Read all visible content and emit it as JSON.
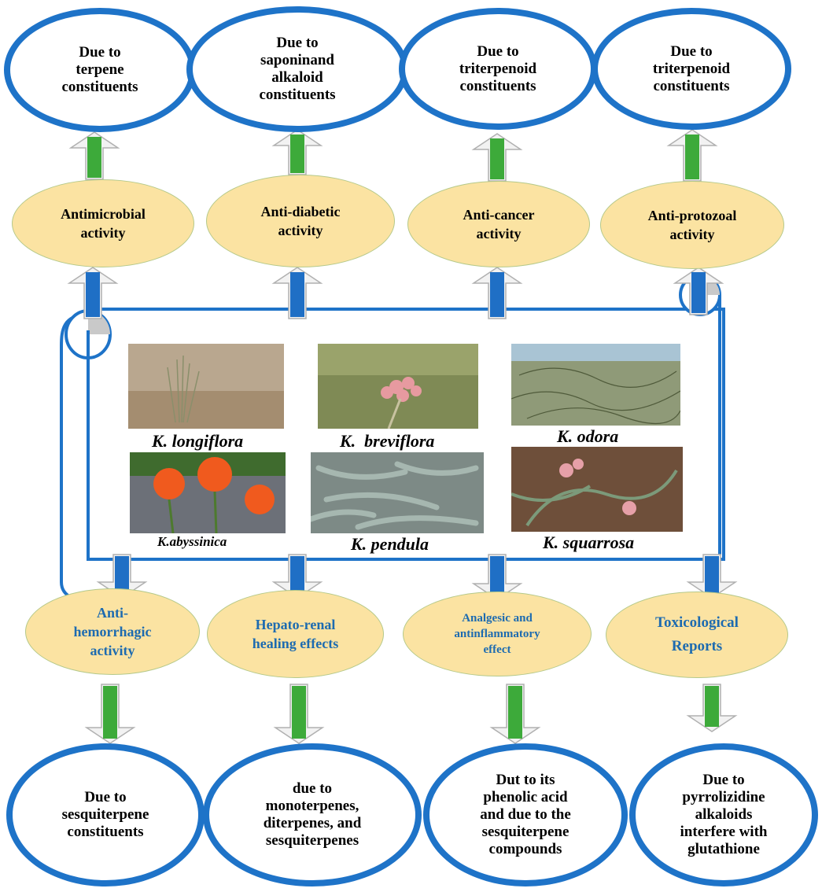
{
  "top_causes": [
    "Due to\nterpene\nconstituents",
    "Due to\nsaponinand\nalkaloid\nconstituents",
    "Due to\ntriterpenoid\nconstituents",
    "Due to\ntriterpenoid\nconstituents"
  ],
  "top_activities": [
    "Antimicrobial\nactivity",
    "Anti-diabetic\nactivity",
    "Anti-cancer\nactivity",
    "Anti-protozoal\nactivity"
  ],
  "species": [
    "K. longiflora",
    "K.  breviflora",
    "K. odora",
    "K.abyssinica",
    "K. pendula",
    "K. squarrosa"
  ],
  "bottom_activities": [
    "Anti-\nhemorrhagic\nactivity",
    "Hepato-renal\nhealing effects",
    "Analgesic and\nantinflammatory\neffect",
    "Toxicological\nReports"
  ],
  "bottom_causes": [
    "Due to\nsesquiterpene\nconstituents",
    "due to\nmonoterpenes,\nditerpenes, and\nsesquiterpenes",
    "Dut to its\nphenolic acid\nand due to the\nsesquiterpene\ncompounds",
    "Due to\npyrrolizidine\nalkaloids\ninterfere with\nglutathione"
  ],
  "colors": {
    "cause_border": "#1e73c8",
    "activity_fill": "#fbe3a2",
    "activity_text_blue": "#1d6bb0",
    "arrow_green": "#3daa3a",
    "arrow_blue": "#1f6fc5"
  }
}
